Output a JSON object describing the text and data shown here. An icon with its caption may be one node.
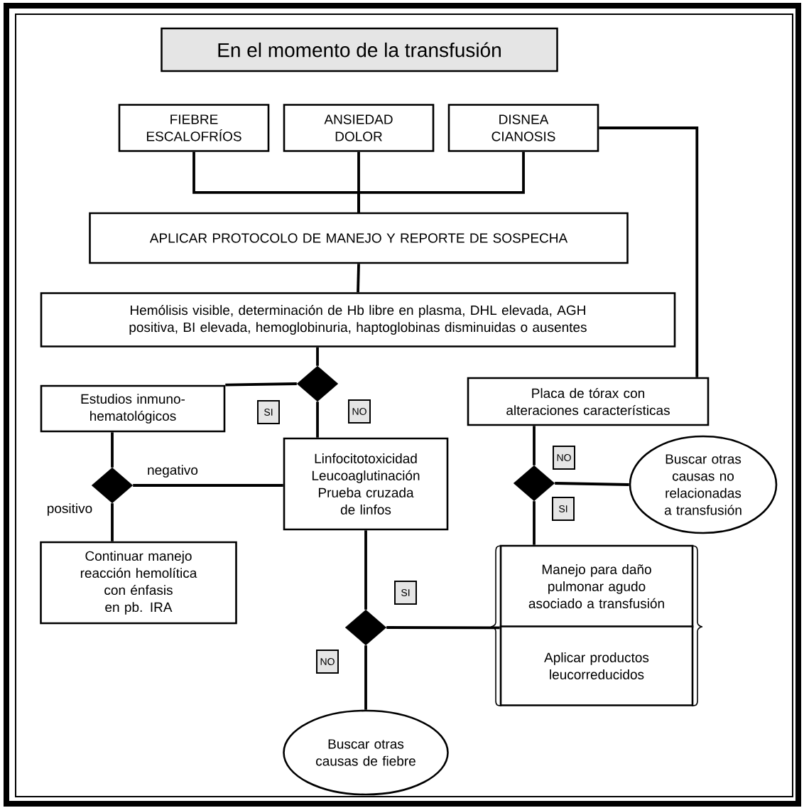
{
  "diagram": {
    "title": "En el momento de la transfusión",
    "nodes": [
      {
        "text": [
          "FIEBRE ESCALOFRÍOS"
        ]
      },
      {
        "text": [
          "ANSIEDAD DOLOR"
        ]
      },
      {
        "text": [
          "DISNEA CIANOSIS"
        ]
      },
      {
        "text": [
          "APLICAR PROTOCOLO DE MANEJO Y REPORTE DE SOSPECHA"
        ]
      },
      {
        "text": [
          "Hemólisis visible, determinación de Hb libre en plasma, DHL elevada, AGH positiva, BI elevada, hemoglobinuria, haptoglobinas disminuidas o ausentes"
        ]
      },
      {
        "text": [],
        "shape": "diamond"
      },
      {
        "text": [
          "Estudios inmuno-hematológicos"
        ]
      },
      {
        "text": [
          "Placa de tórax con alteraciones características"
        ]
      },
      {
        "text": [],
        "shape": "diamond"
      },
      {
        "text": [
          "Linfocitotoxicidad Leucoaglutinación Prueba cruzada de linfos"
        ]
      },
      {
        "text": [],
        "shape": "diamond"
      },
      {
        "text": [
          "Buscar otras causas no relacionadas a transfusión"
        ]
      },
      {
        "text": [
          "Continuar manejo reacción hemolítica con énfasis en pb. IRA"
        ]
      },
      {
        "text": [],
        "shape": "diamond"
      },
      {
        "text": [
          "Manejo para daño pulmonar agudo asociado a transfusión"
        ]
      },
      {
        "text": [
          "Aplicar productos leucorreducidos"
        ]
      },
      {
        "text": [
          "Buscar otras causas de fiebre"
        ]
      }
    ],
    "edges": [
      {
        "from": 0,
        "to": 3,
        "arrow": "none"
      },
      {
        "from": 1,
        "to": 3,
        "arrow": "none"
      },
      {
        "from": 2,
        "to": 3,
        "arrow": "none"
      },
      {
        "from": 2,
        "to": 7,
        "arrow": "none"
      },
      {
        "from": 3,
        "to": 4,
        "arrow": "none"
      },
      {
        "from": 4,
        "to": 5,
        "arrow": "none"
      },
      {
        "from": 5,
        "to": 6,
        "arrow": "none",
        "label": "SI"
      },
      {
        "from": 5,
        "to": 9,
        "arrow": "none",
        "label": "NO"
      },
      {
        "from": 6,
        "to": 8,
        "arrow": "none"
      },
      {
        "from": 8,
        "to": 9,
        "arrow": "none",
        "label": "negativo"
      },
      {
        "from": 8,
        "to": 12,
        "arrow": "none",
        "label": "positivo"
      },
      {
        "from": 7,
        "to": 10,
        "arrow": "none"
      },
      {
        "from": 10,
        "to": 11,
        "arrow": "none",
        "label": "NO"
      },
      {
        "from": 10,
        "to": 14,
        "arrow": "none",
        "label": "SI"
      },
      {
        "from": 9,
        "to": 13,
        "arrow": "none"
      },
      {
        "from": 13,
        "to": 14,
        "arrow": "none",
        "label": "SI"
      },
      {
        "from": 13,
        "to": 16,
        "arrow": "none",
        "label": "NO"
      }
    ]
  }
}
